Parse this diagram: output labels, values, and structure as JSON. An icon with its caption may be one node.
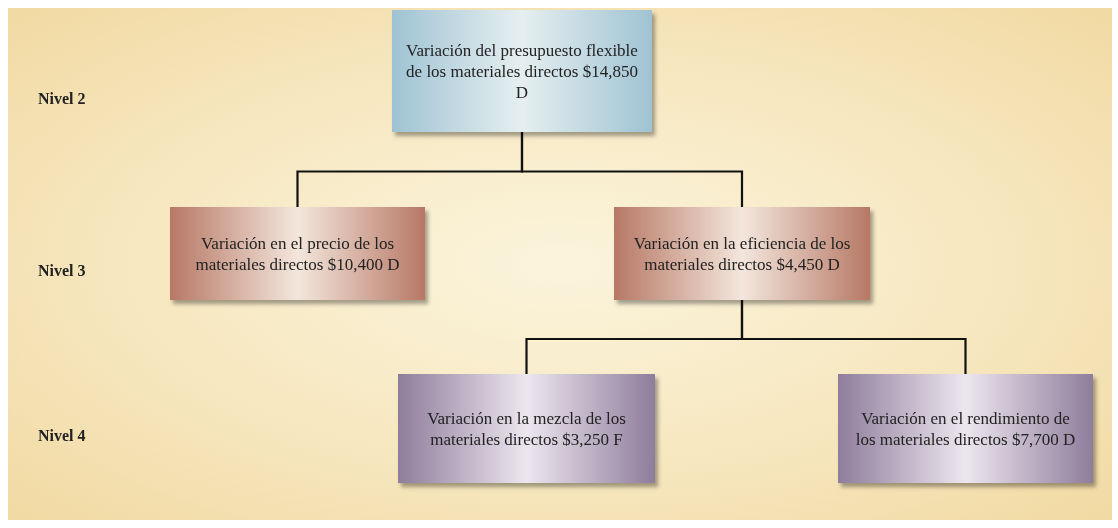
{
  "diagram": {
    "nodes": [
      {
        "text": [
          "Variación del presupuesto flexible de los materiales directos $14,850 D"
        ]
      },
      {
        "text": [
          "Variación en el precio de los materiales directos $10,400 D"
        ]
      },
      {
        "text": [
          "Variación en la eficiencia de los materiales directos $4,450 D"
        ]
      },
      {
        "text": [
          "Variación en la mezcla de los materiales directos $3,250 F"
        ]
      },
      {
        "text": [
          "Variación en el rendimiento de los materiales directos $7,700 D"
        ]
      }
    ],
    "edges": [
      {
        "from": 0,
        "to": 1,
        "arrow": "none"
      },
      {
        "from": 0,
        "to": 2,
        "arrow": "none"
      },
      {
        "from": 2,
        "to": 3,
        "arrow": "none"
      },
      {
        "from": 2,
        "to": 4,
        "arrow": "none"
      }
    ],
    "labels": [
      "Nivel 2",
      "Nivel 3",
      "Nivel 4"
    ]
  }
}
